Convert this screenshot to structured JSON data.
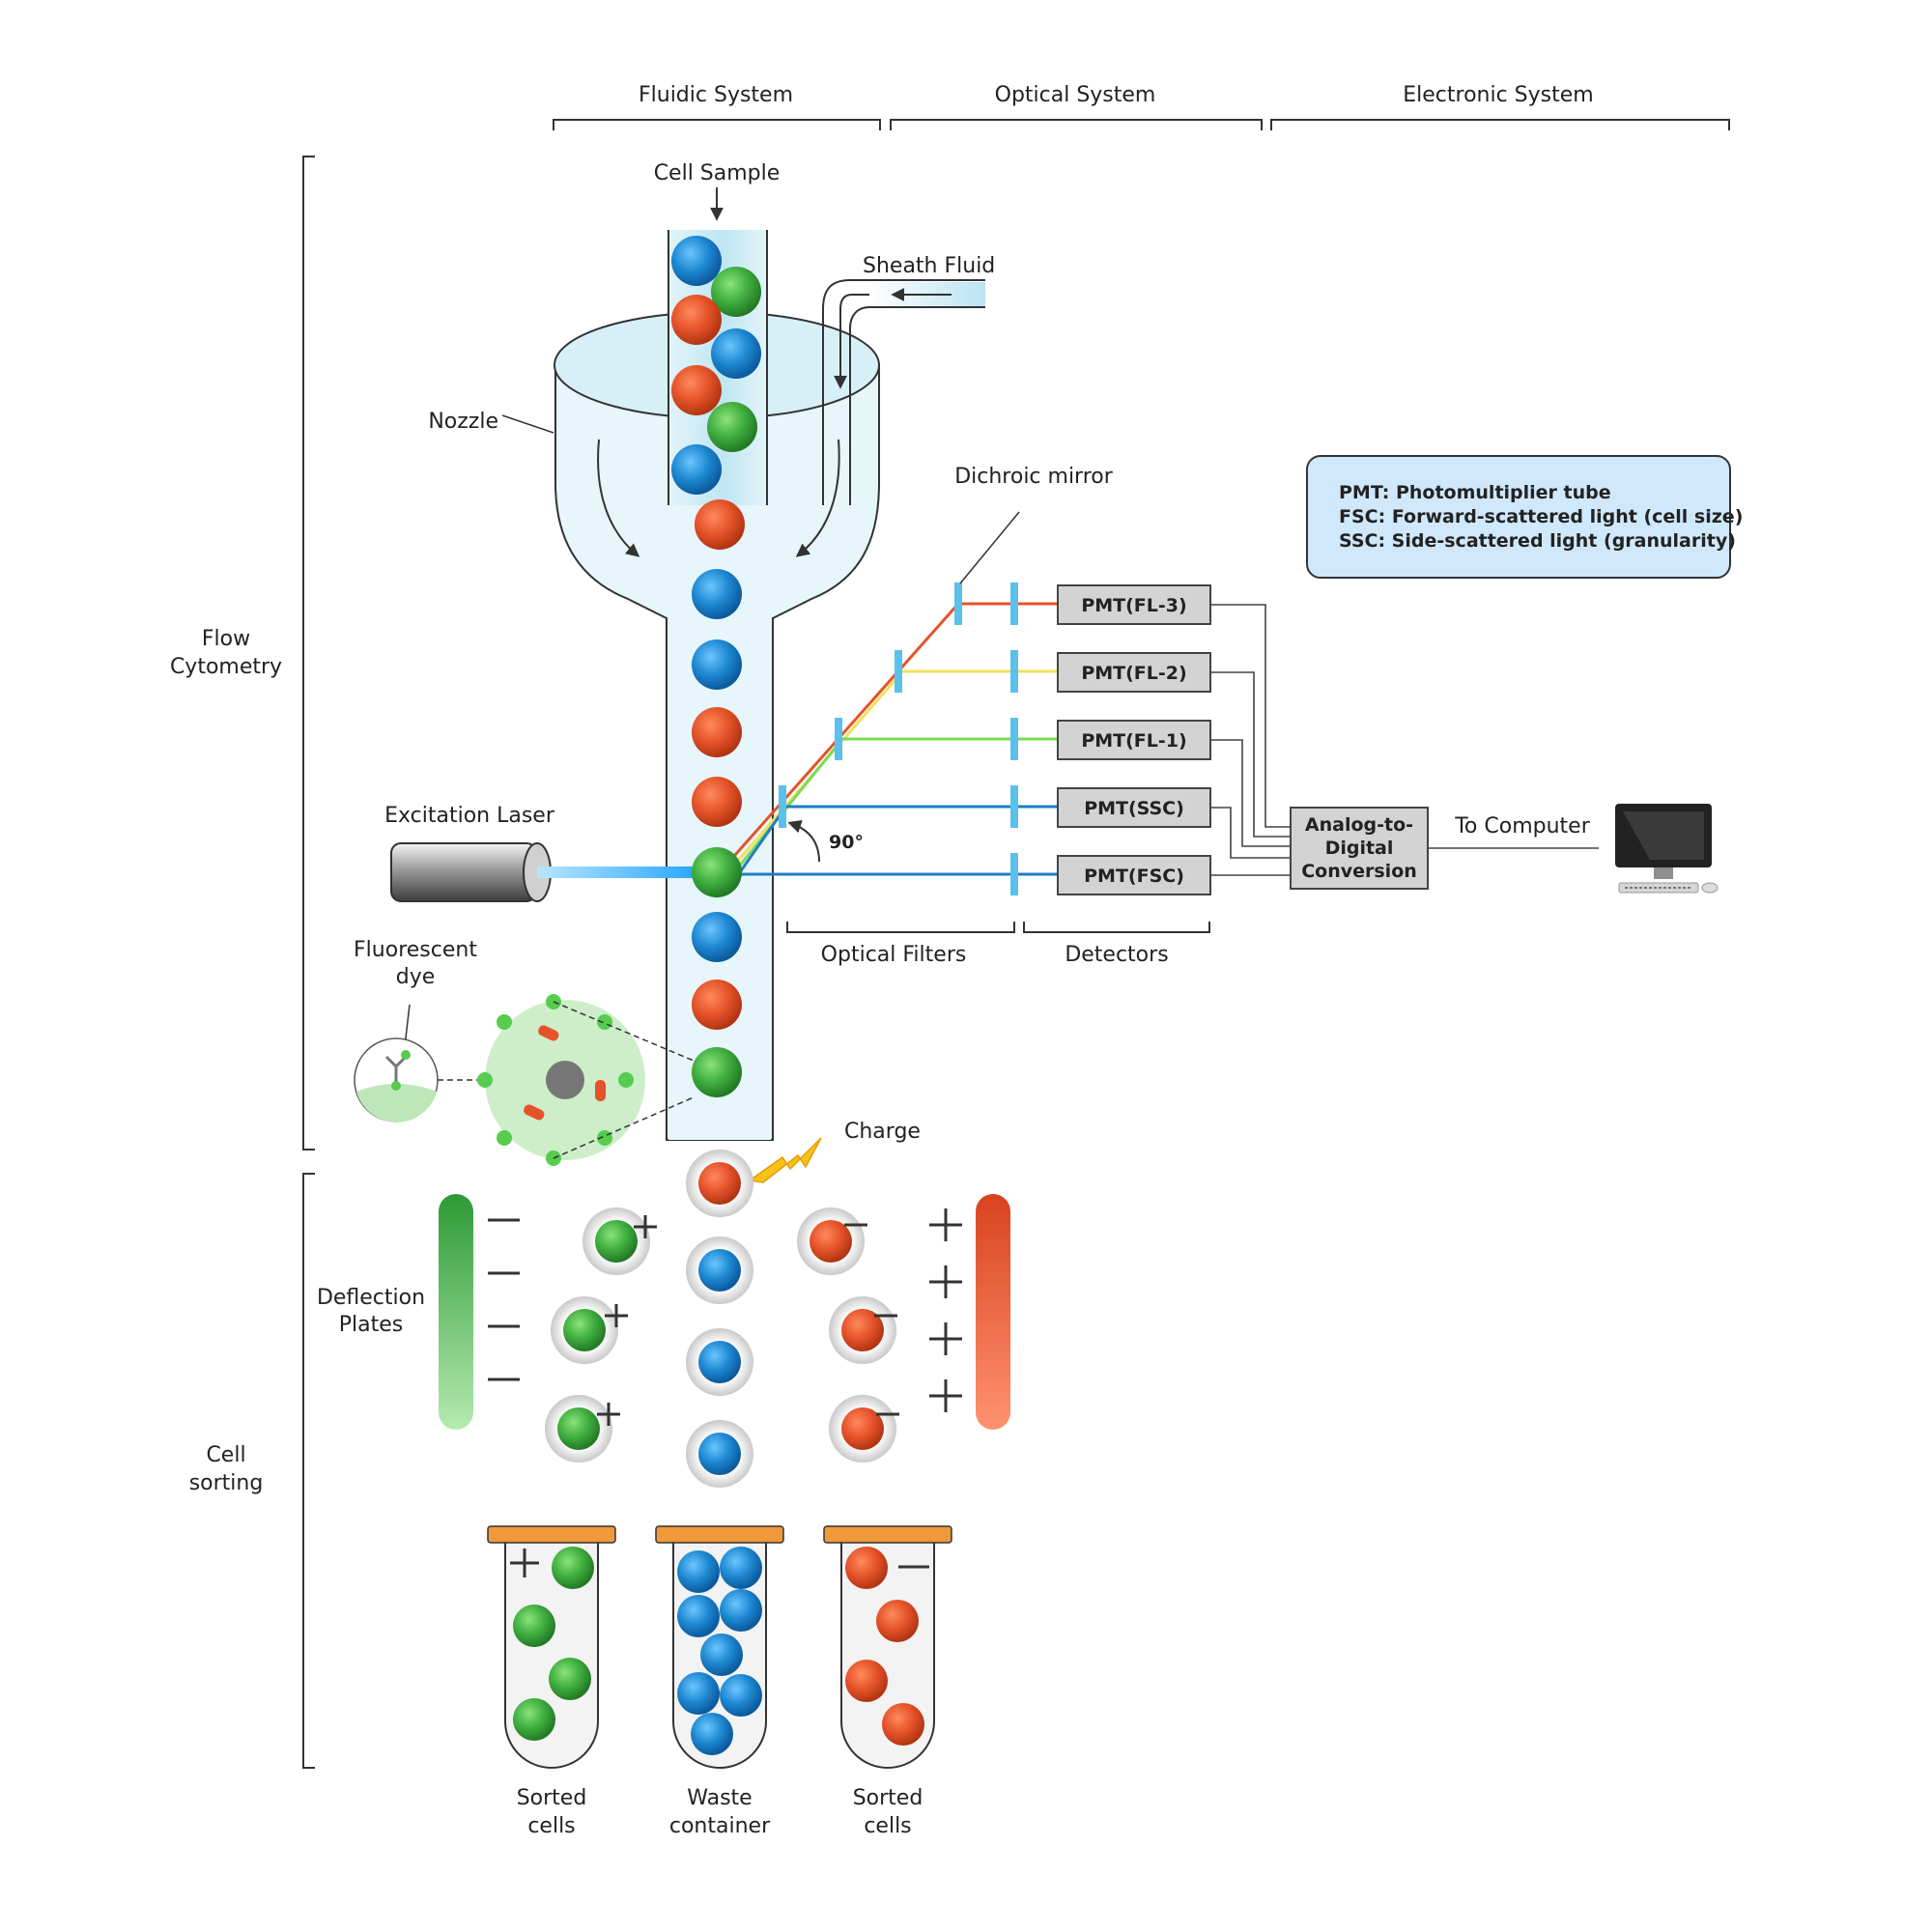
{
  "sections": {
    "fluidic": "Fluidic System",
    "optical": "Optical System",
    "electronic": "Electronic System",
    "flow_cytometry": [
      "Flow",
      "Cytometry"
    ],
    "cell_sorting": [
      "Cell",
      "sorting"
    ]
  },
  "labels": {
    "cell_sample": "Cell Sample",
    "sheath_fluid": "Sheath Fluid",
    "nozzle": "Nozzle",
    "dichroic_mirror": "Dichroic mirror",
    "excitation_laser": "Excitation Laser",
    "fluorescent_dye": [
      "Fluorescent",
      "dye"
    ],
    "angle": "90°",
    "optical_filters": "Optical Filters",
    "detectors": "Detectors",
    "adc": [
      "Analog-to-",
      "Digital",
      "Conversion"
    ],
    "to_computer": "To Computer",
    "charge": "Charge",
    "deflection_plates": [
      "Deflection",
      "Plates"
    ],
    "tube_left": [
      "Sorted",
      "cells"
    ],
    "tube_mid": [
      "Waste",
      "container"
    ],
    "tube_right": [
      "Sorted",
      "cells"
    ]
  },
  "detectors": [
    "PMT(FL-3)",
    "PMT(FL-2)",
    "PMT(FL-1)",
    "PMT(SSC)",
    "PMT(FSC)"
  ],
  "legend": [
    "PMT: Photomultiplier tube",
    "FSC: Forward-scattered light (cell size)",
    "SSC: Side-scattered light (granularity)"
  ],
  "colors": {
    "cell_blue": "#1e88d2",
    "cell_red": "#e5532a",
    "cell_green": "#3fae3f",
    "fl3": "#e5532a",
    "fl2": "#f2e15c",
    "fl1": "#7ed957",
    "scatter": "#1e7fc2",
    "filter": "#5bc0eb",
    "legend_bg": "#cfe8fb",
    "tube_cap": "#f0993a"
  }
}
